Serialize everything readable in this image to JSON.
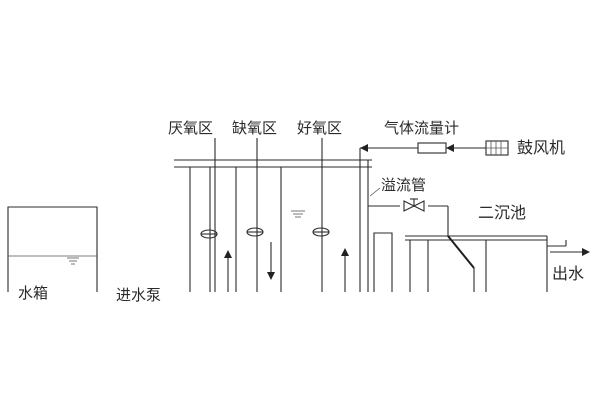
{
  "labels": {
    "anaerobic_zone": "厌氧区",
    "anoxic_zone": "缺氧区",
    "aerobic_zone": "好氧区",
    "gas_flowmeter": "气体流量计",
    "blower": "鼓风机",
    "overflow_pipe": "溢流管",
    "secondary_clarifier": "二沉池",
    "effluent": "出水",
    "water_tank": "水箱",
    "inlet_pump": "进水泵"
  }
}
